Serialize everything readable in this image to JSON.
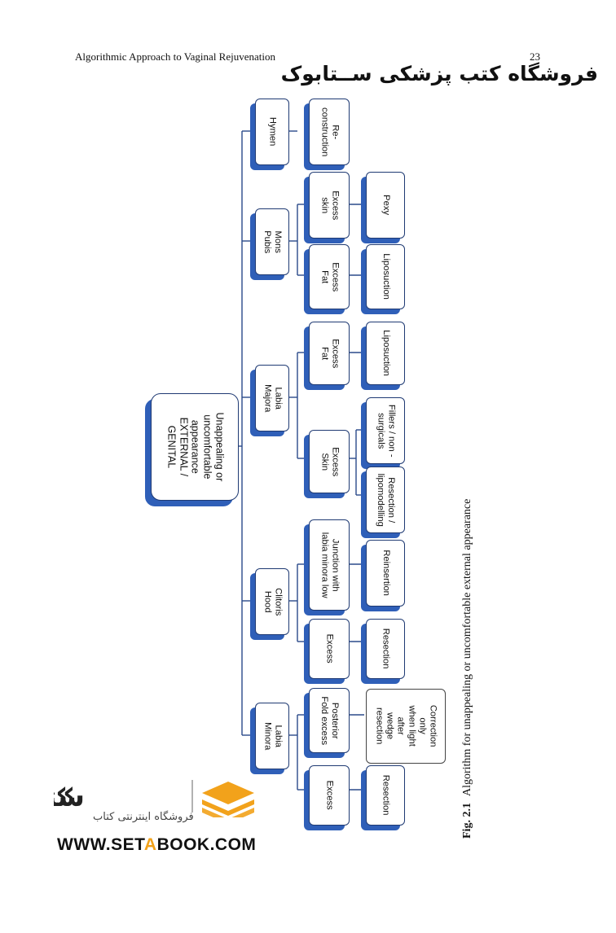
{
  "header": {
    "running_head": "Algorithmic Approach to Vaginal Rejuvenation",
    "page_number": "23",
    "store_banner": "فروشگاه کتب پزشکی ســتابوک"
  },
  "diagram": {
    "nodes": {
      "root": "Unappealing or\nuncomfortable\nappearance\nEXTERNAL /\nGENITAL",
      "hymen": "Hymen",
      "hymen_reconstruction": "Re-\nconstruction",
      "mons_pubis": "Mons\nPubis",
      "mons_excess_skin": "Excess\nskin",
      "mons_pexy": "Pexy",
      "mons_excess_fat": "Excess\nFat",
      "mons_liposuction": "Liposuction",
      "labia_majora": "Labia\nMajora",
      "majora_excess_fat": "Excess\nFat",
      "majora_liposuction": "Liposuction",
      "majora_excess_skin": "Excess\nSkin",
      "majora_fillers": "Fillers / non -\nsurgicals",
      "majora_resection_lipomodelling": "Resection /\nlipomodelling",
      "clitoris_hood": "Clitoris\nHood",
      "hood_junction": "Junction with\nlabia minora low",
      "hood_reinsertion": "Reinsertion",
      "hood_excess": "Excess",
      "hood_resection": "Resection",
      "labia_minora": "Labia\nMinora",
      "minora_posterior_fold": "Posterior\nFold excess",
      "minora_correction_note": "Correction\nonly\nwhen light\nafter\nwedge\nresection",
      "minora_excess": "Excess",
      "minora_resection": "Resection"
    }
  },
  "caption": {
    "label": "Fig. 2.1",
    "text": "Algorithm for unappealing or uncomfortable external appearance"
  },
  "logo": {
    "brand_latin_mark": "«",
    "brand_persian": "ستابوک",
    "tagline": "فروشگاه اینترنتی کتاب",
    "url_prefix": "WWW.SET",
    "url_accent": "A",
    "url_suffix": "BOOK.COM",
    "accent_color": "#f2a21b"
  }
}
